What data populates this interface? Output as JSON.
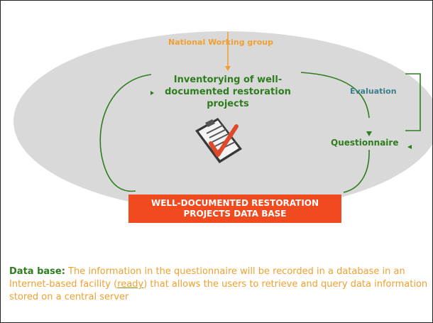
{
  "colors": {
    "ellipse": "#d9d9d9",
    "green": "#2e7d1e",
    "orange": "#f0a030",
    "teal": "#3a7f8a",
    "red_box": "#f04a1e",
    "white": "#ffffff",
    "check": "#e0482a"
  },
  "diagram": {
    "top_label": "National Working group",
    "center_label": "Inventorying of well-documented restoration projects",
    "evaluation_label": "Evaluation",
    "questionnaire_label": "Questionnaire",
    "database_box_label": "WELL-DOCUMENTED RESTORATION\nPROJECTS DATA BASE",
    "clipboard_icon": "clipboard-check-icon"
  },
  "description": {
    "keyword": "Data base:",
    "text_before_link": " The information in the questionnaire will be recorded in a database in an Internet-based facility (",
    "link_text": "ready",
    "text_after_link": ") that allows the users to retrieve and query data information stored on a central server"
  }
}
